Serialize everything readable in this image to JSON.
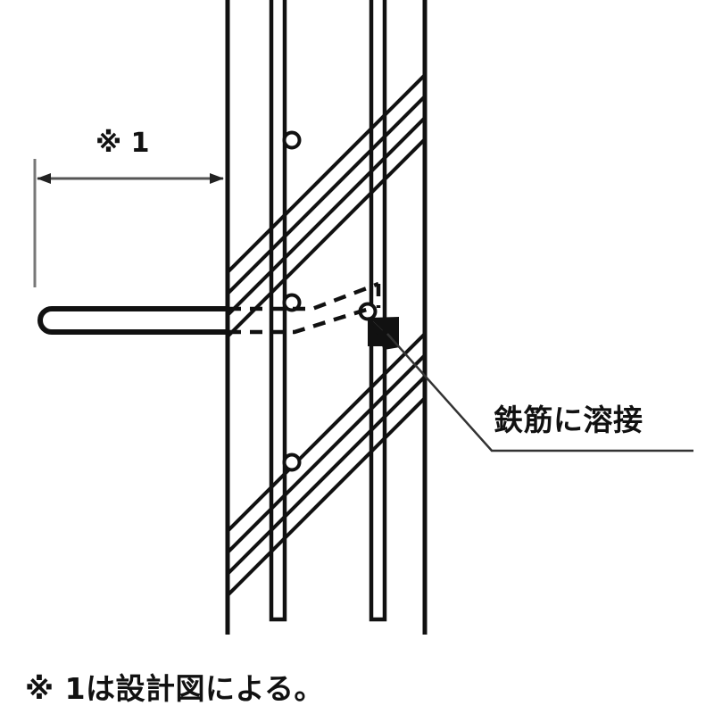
{
  "figure": {
    "title_note": "※ 1は設計図による。",
    "dimension_label": "※ 1",
    "weld_callout": "鉄筋に溶接",
    "colors": {
      "line": "#111111",
      "dimension_line": "#555555",
      "background": "#ffffff"
    }
  },
  "annotations": {
    "bottom_note": "※ 1は設計図による。",
    "dimension": "※ 1",
    "weld_label": "鉄筋に溶接"
  },
  "elements": {
    "wall_left_label": "wall-face-left",
    "wall_right_label": "wall-face-right",
    "rebar_1_label": "vertical-rebar-1",
    "rebar_2_label": "vertical-rebar-2",
    "anchor_bar_label": "anchor-bar",
    "hidden_bar_label": "hidden-bent-bar",
    "weld_mark_label": "weld-mark",
    "diagonal_upper_label": "diagonal-bar-group-upper",
    "diagonal_lower_label": "diagonal-bar-group-lower"
  }
}
